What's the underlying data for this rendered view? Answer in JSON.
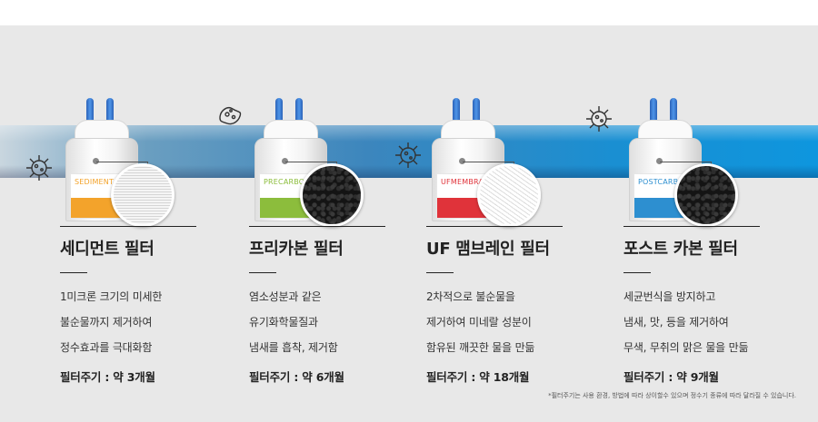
{
  "filters": [
    {
      "id": "sediment",
      "label_name": "SEDIMENT",
      "label_color": "#f3a32b",
      "title": "세디먼트 필터",
      "desc": [
        "1미크론 크기의 미세한",
        "불순물까지 제거하여",
        "정수효과를 극대화함"
      ],
      "cycle": "필터주기 : 약 3개월",
      "mag_icon": "white-fiber-mesh"
    },
    {
      "id": "precarbon",
      "label_name": "PRECARBON",
      "label_color": "#8cbd3c",
      "title": "프리카본 필터",
      "desc": [
        "염소성분과 같은",
        "유기화학물질과",
        "냄새를 흡착, 제거함"
      ],
      "cycle": "필터주기 : 약 6개월",
      "mag_icon": "black-carbon-granules"
    },
    {
      "id": "uf",
      "label_name": "UFMEMBRANE",
      "label_color": "#e0333a",
      "title": "UF 맴브레인 필터",
      "desc": [
        "2차적으로 불순물을",
        "제거하여 미네랄 성분이",
        "함유된 깨끗한 물을 만듦"
      ],
      "cycle": "필터주기 : 약 18개월",
      "mag_icon": "white-membrane-fibers"
    },
    {
      "id": "postcarbon",
      "label_name": "POSTCARBON",
      "label_color": "#2d8fd0",
      "title": "포스트 카본 필터",
      "desc": [
        "세균번식을 방지하고",
        "냄새, 맛, 등을 제거하여",
        "무색, 무취의 맑은 물을 만듦"
      ],
      "cycle": "필터주기 : 약 9개월",
      "mag_icon": "black-carbon-granules"
    }
  ],
  "footnote": "*필터주기는 사용 환경, 방법에 따라 상이할수 있으며 정수기 종류에 따라 달라질 수 있습니다."
}
